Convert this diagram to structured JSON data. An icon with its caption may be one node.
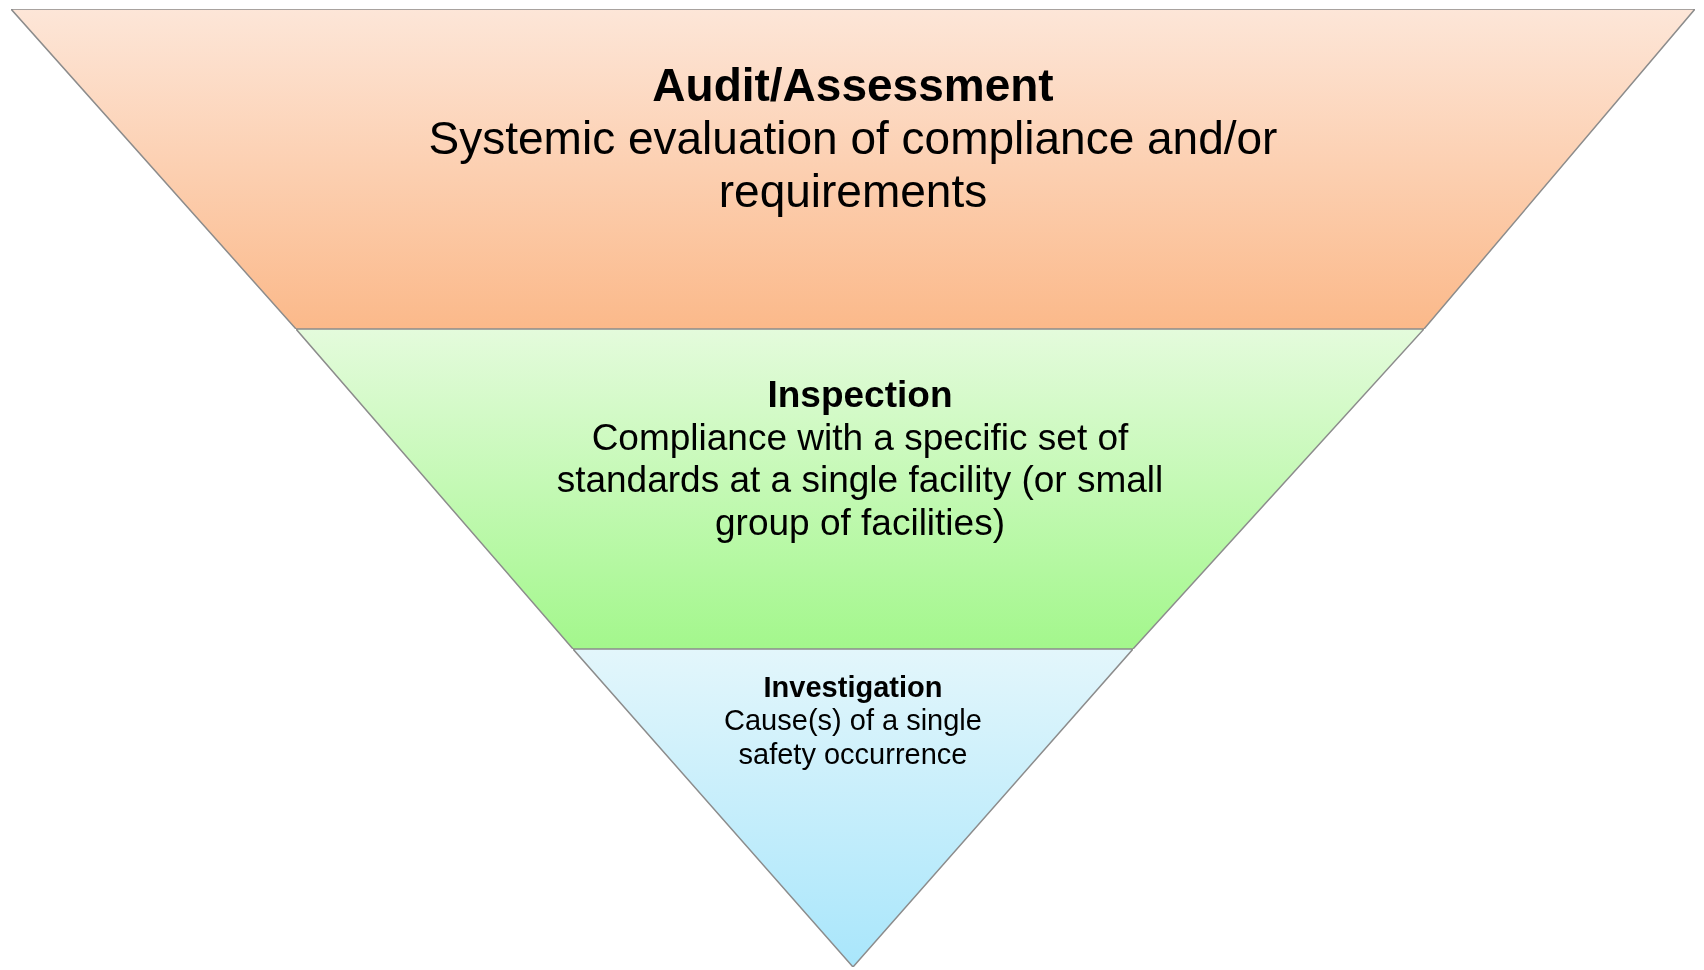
{
  "diagram": {
    "nodes": [
      {
        "text": [
          "Audit/Assessment",
          "Systemic evaluation of compliance and/or requirements"
        ]
      },
      {
        "text": [
          "Inspection",
          "Compliance with a specific set of standards at a single facility (or small group of facilities)"
        ]
      },
      {
        "text": [
          "Investigation",
          "Cause(s) of a single safety occurrence"
        ]
      }
    ]
  }
}
